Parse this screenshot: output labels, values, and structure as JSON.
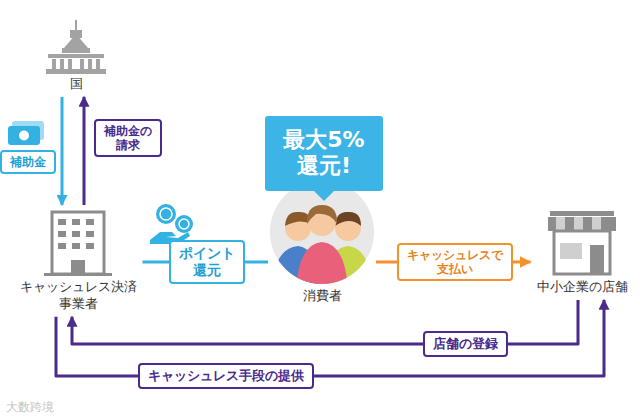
{
  "diagram": {
    "nodes": [
      {
        "text": [
          "国"
        ]
      },
      {
        "text": [
          "キャッシュレス決済 事業者"
        ]
      },
      {
        "text": [
          "最大5%還元!"
        ]
      },
      {
        "text": [
          "消費者"
        ]
      },
      {
        "text": [
          "中小企業の店舗"
        ]
      }
    ],
    "edges": [
      {
        "from": 0,
        "to": 1,
        "arrow": "to",
        "label": "補助金"
      },
      {
        "from": 1,
        "to": 0,
        "arrow": "to",
        "label": "補助金の 請求"
      },
      {
        "from": 1,
        "to": 3,
        "arrow": "none",
        "label": "ポイント 還元"
      },
      {
        "from": 3,
        "to": 4,
        "arrow": "to",
        "label": "キャッシュレスで 支払い"
      },
      {
        "from": 4,
        "to": 1,
        "arrow": "to",
        "label": "店舗の登録"
      },
      {
        "from": 1,
        "to": 4,
        "arrow": "to",
        "label": "キャッシュレス手段の提供"
      }
    ],
    "labels": [
      "大数跨境"
    ]
  }
}
